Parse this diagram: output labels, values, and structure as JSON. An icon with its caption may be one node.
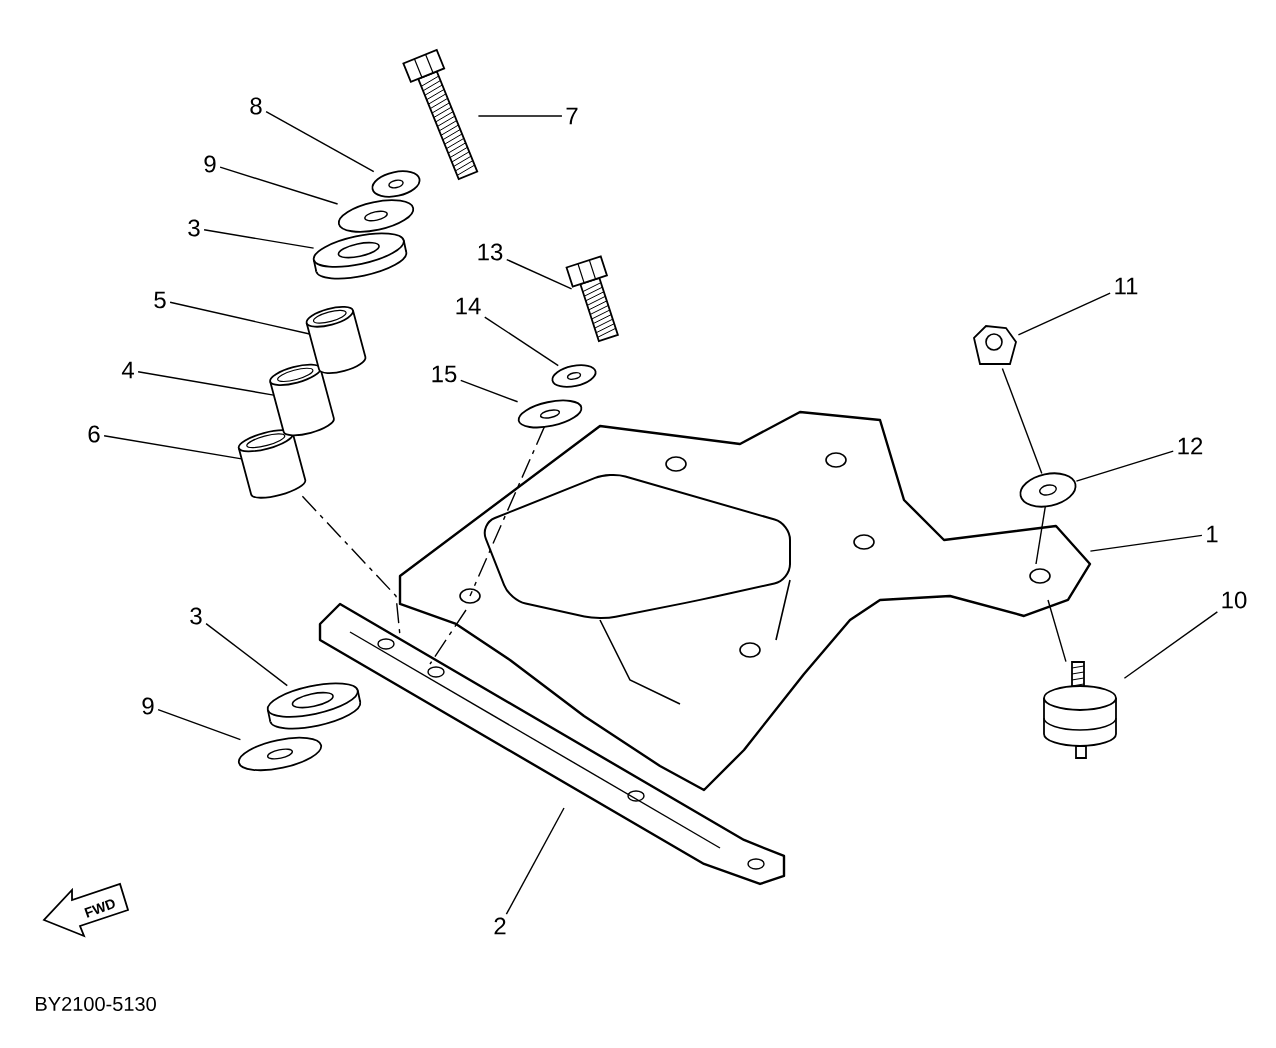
{
  "diagram": {
    "nodes": [
      {
        "text": [
          "8"
        ]
      },
      {
        "text": [
          "7"
        ]
      },
      {
        "text": [
          "9"
        ]
      },
      {
        "text": [
          "3"
        ]
      },
      {
        "text": [
          "13"
        ]
      },
      {
        "text": [
          "5"
        ]
      },
      {
        "text": [
          "11"
        ]
      },
      {
        "text": [
          "14"
        ]
      },
      {
        "text": [
          "4"
        ]
      },
      {
        "text": [
          "15"
        ]
      },
      {
        "text": [
          "6"
        ]
      },
      {
        "text": [
          "12"
        ]
      },
      {
        "text": [
          "1"
        ]
      },
      {
        "text": [
          "10"
        ]
      },
      {
        "text": [
          "3"
        ]
      },
      {
        "text": [
          "9"
        ]
      },
      {
        "text": [
          "2"
        ]
      },
      {
        "text": [],
        "shape": "picture"
      },
      {
        "text": [],
        "shape": "picture"
      },
      {
        "text": [],
        "shape": "picture"
      },
      {
        "text": [],
        "shape": "picture"
      },
      {
        "text": [],
        "shape": "picture"
      },
      {
        "text": [],
        "shape": "picture"
      },
      {
        "text": [],
        "shape": "picture"
      },
      {
        "text": [],
        "shape": "picture"
      },
      {
        "text": [],
        "shape": "picture"
      },
      {
        "text": [],
        "shape": "picture"
      },
      {
        "text": [],
        "shape": "picture"
      },
      {
        "text": [],
        "shape": "picture"
      },
      {
        "text": [],
        "shape": "picture"
      },
      {
        "text": [],
        "shape": "picture"
      },
      {
        "text": [],
        "shape": "picture"
      },
      {
        "text": [],
        "shape": "picture"
      },
      {
        "text": [],
        "shape": "picture"
      },
      {
        "text": [
          "FWD"
        ]
      }
    ],
    "edges": [
      {
        "from": 0,
        "to": 17,
        "arrow": "none"
      },
      {
        "from": 1,
        "to": 18,
        "arrow": "none"
      },
      {
        "from": 2,
        "to": 19,
        "arrow": "none"
      },
      {
        "from": 3,
        "to": 20,
        "arrow": "none"
      },
      {
        "from": 4,
        "to": 21,
        "arrow": "none"
      },
      {
        "from": 5,
        "to": 22,
        "arrow": "none"
      },
      {
        "from": 6,
        "to": 23,
        "arrow": "none"
      },
      {
        "from": 7,
        "to": 24,
        "arrow": "none"
      },
      {
        "from": 8,
        "to": 25,
        "arrow": "none"
      },
      {
        "from": 9,
        "to": 26,
        "arrow": "none"
      },
      {
        "from": 10,
        "to": 27,
        "arrow": "none"
      },
      {
        "from": 11,
        "to": 28,
        "arrow": "none"
      },
      {
        "from": 12,
        "to": 29,
        "arrow": "none"
      },
      {
        "from": 13,
        "to": 30,
        "arrow": "none"
      },
      {
        "from": 14,
        "to": 31,
        "arrow": "none"
      },
      {
        "from": 15,
        "to": 32,
        "arrow": "none"
      },
      {
        "from": 16,
        "to": 33,
        "arrow": "none"
      },
      {
        "from": 27,
        "to": 33,
        "arrow": "none",
        "style": "dashed"
      },
      {
        "from": 26,
        "to": 29,
        "arrow": "none",
        "style": "dashed"
      },
      {
        "from": 29,
        "to": 33,
        "arrow": "none",
        "style": "dashed"
      },
      {
        "from": 23,
        "to": 28,
        "arrow": "none"
      },
      {
        "from": 28,
        "to": 29,
        "arrow": "none"
      },
      {
        "from": 29,
        "to": 30,
        "arrow": "none"
      }
    ],
    "labels": [
      "BY2100-5130"
    ]
  }
}
